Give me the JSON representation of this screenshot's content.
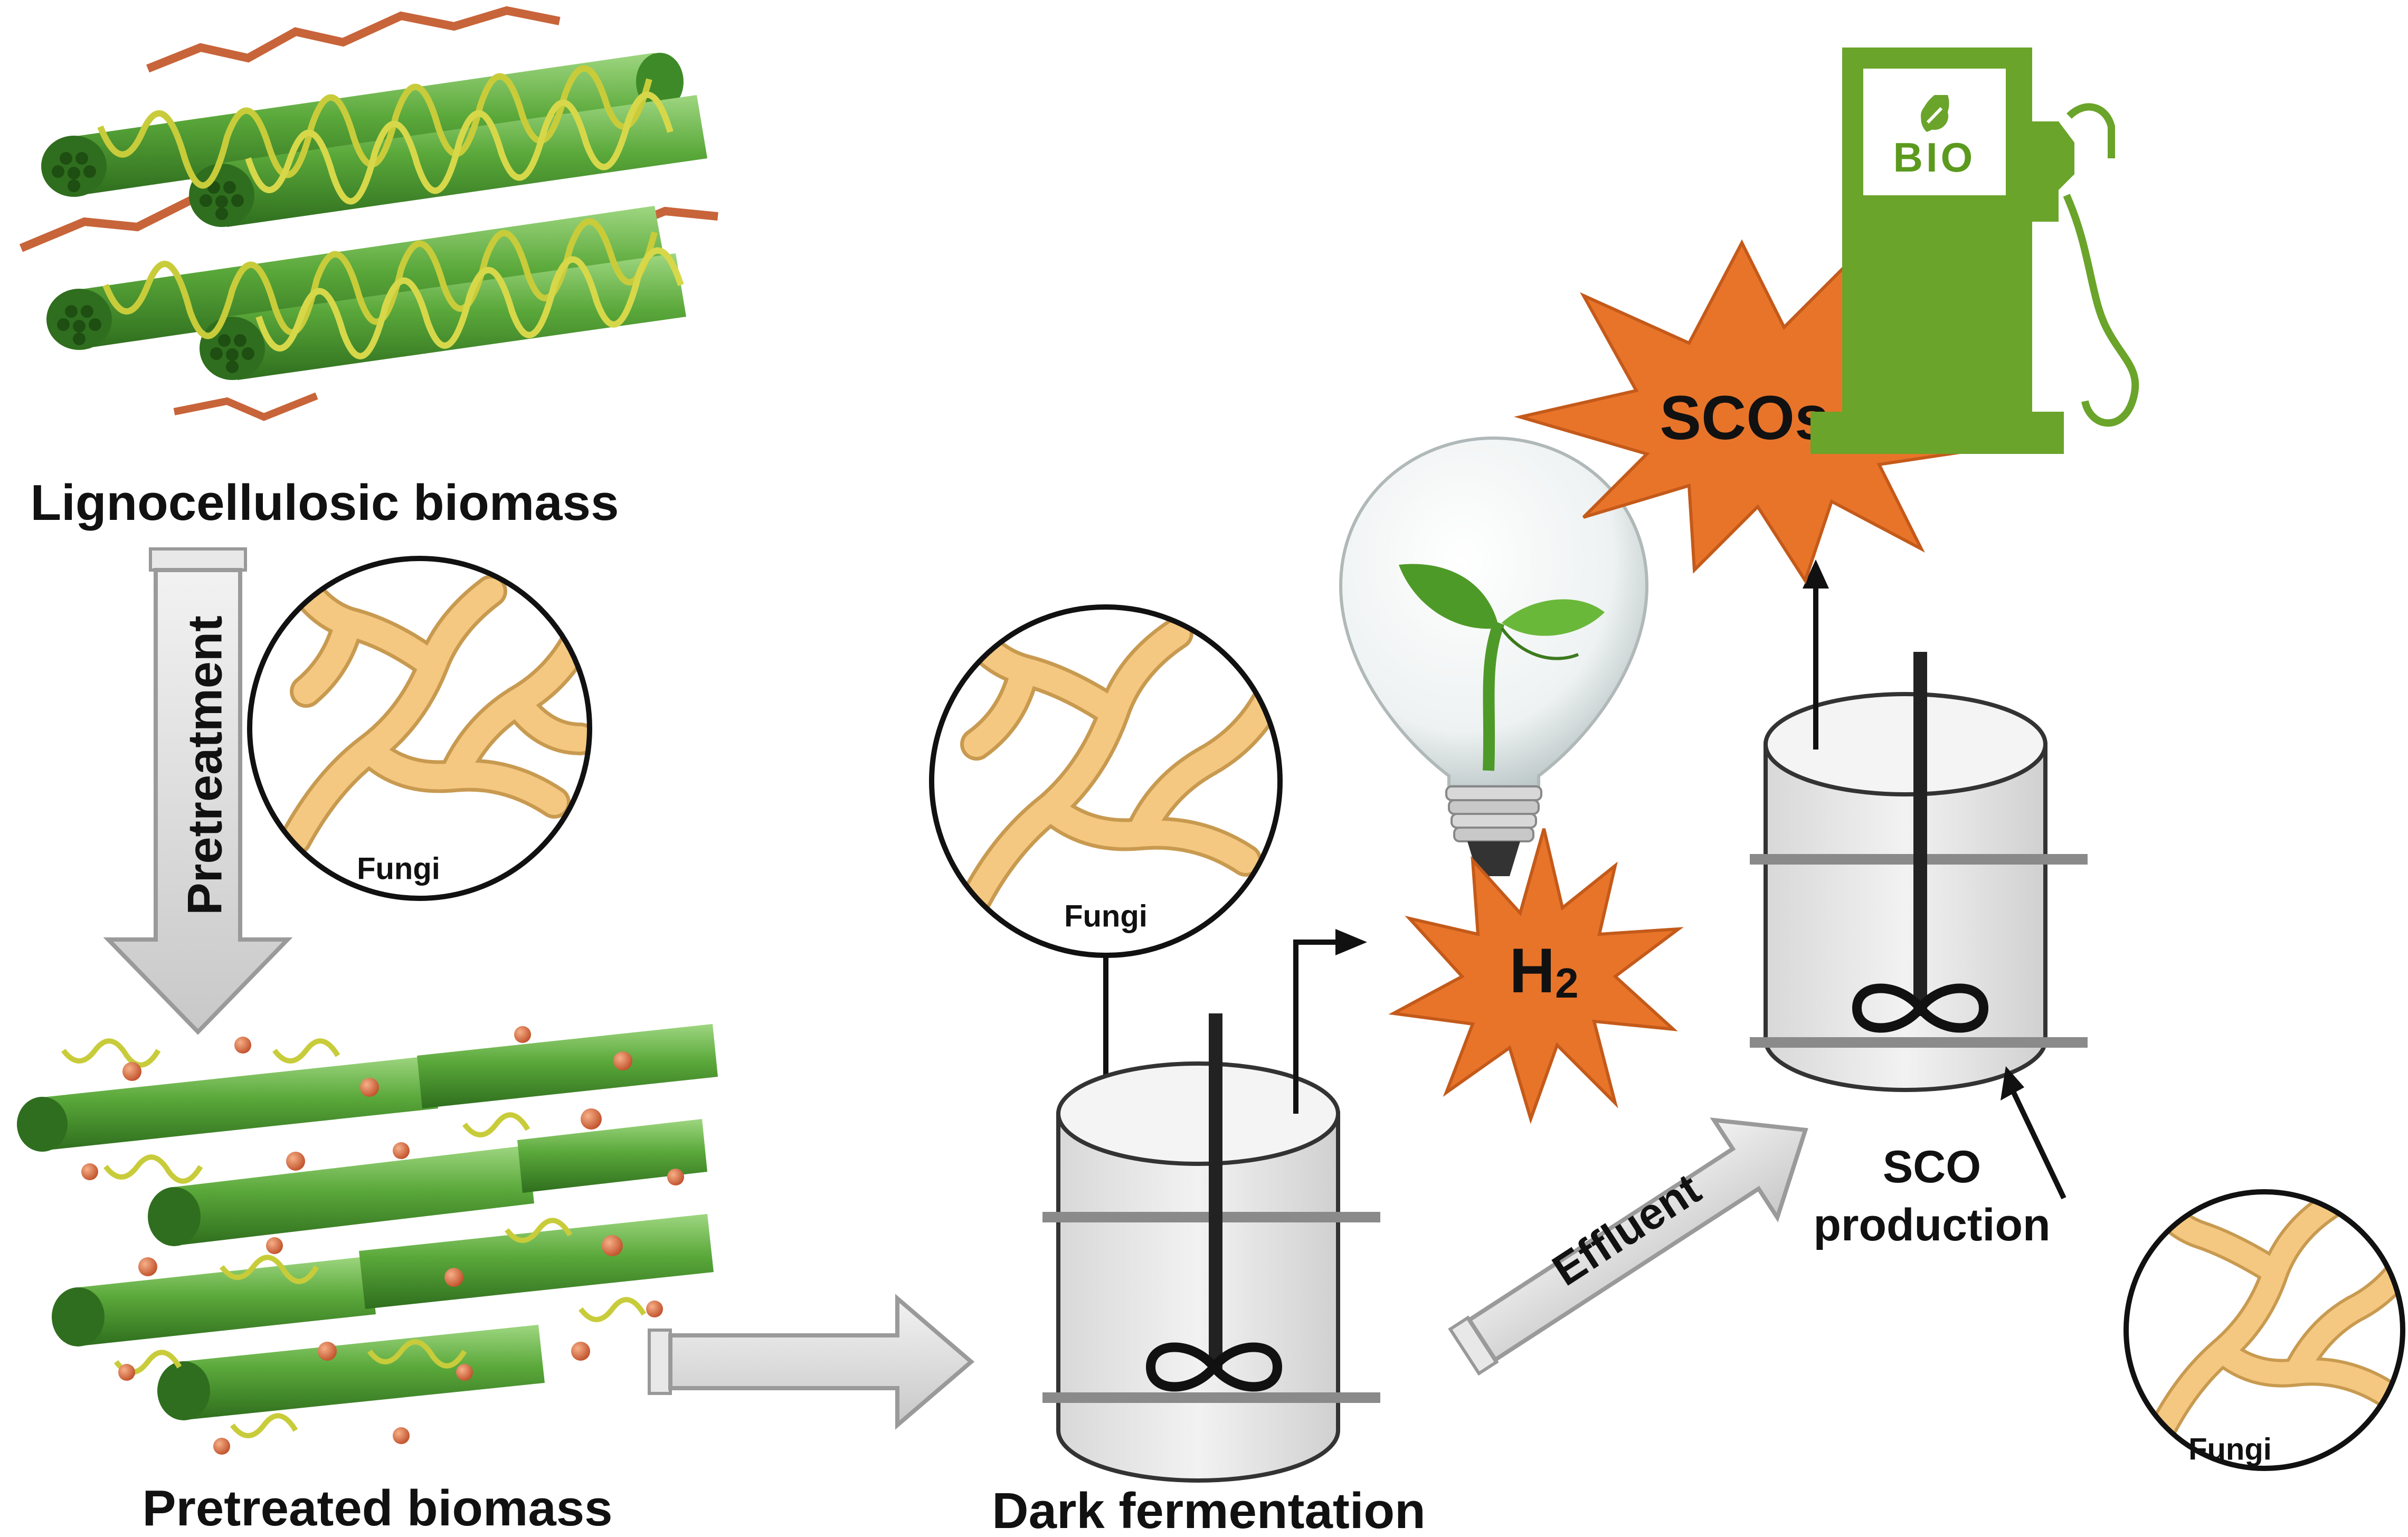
{
  "labels": {
    "lignocellulosic_biomass": "Lignocellulosic  biomass",
    "pretreatment": "Pretreatment",
    "pretreated_biomass": "Pretreated biomass",
    "dark_fermentation": "Dark fermentation",
    "effluent": "Effluent",
    "sco_production_line1": "SCO",
    "sco_production_line2": "production",
    "fungi": "Fungi",
    "hydrogen": "H",
    "hydrogen_subscript": "2",
    "scos": "SCOs",
    "pump_sign": "BIO"
  },
  "icons": {
    "fiber_bundle": "lignocellulose-fiber-icon",
    "pretreated_fibers": "pretreated-fiber-icon",
    "fungi_hyphae": "fungal-hyphae-icon",
    "bioreactor": "stirred-bioreactor-icon",
    "light_bulb": "plant-light-bulb-icon",
    "starburst": "explosion-burst-icon",
    "fuel_pump": "biofuel-pump-icon",
    "leaf": "leaf-icon"
  },
  "colors": {
    "fiber_green": "#5aa83a",
    "lignin_brown": "#c8643a",
    "hemicellulose_yellow": "#c8cc3a",
    "fungi_tan": "#f2c27a",
    "burst_orange": "#e8742a",
    "pump_green": "#6aa42a",
    "arrow_gray": "#d4d4d4",
    "reactor_gray": "#e6e6e6"
  }
}
